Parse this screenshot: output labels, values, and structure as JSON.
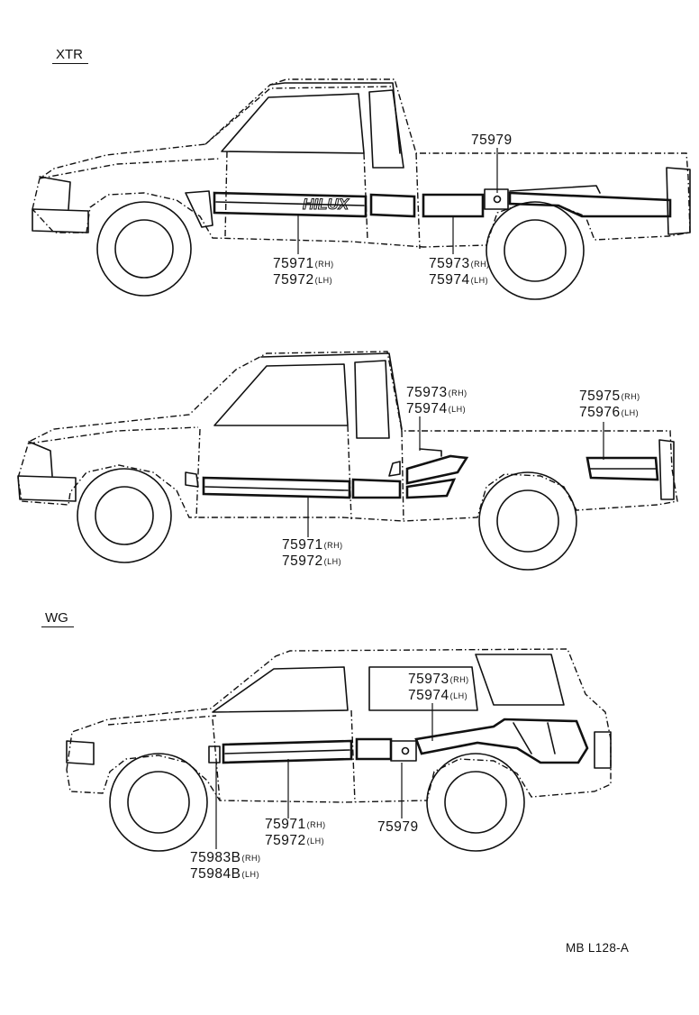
{
  "sections": [
    {
      "id": "xtr",
      "label": "XTR",
      "callouts": [
        {
          "lines": [
            {
              "part": "75979",
              "side": ""
            }
          ]
        },
        {
          "lines": [
            {
              "part": "75971",
              "side": "(RH)"
            },
            {
              "part": "75972",
              "side": "(LH)"
            }
          ]
        },
        {
          "lines": [
            {
              "part": "75973",
              "side": "(RH)"
            },
            {
              "part": "75974",
              "side": "(LH)"
            }
          ]
        }
      ]
    },
    {
      "id": "xtr-alt",
      "label": "",
      "callouts": [
        {
          "lines": [
            {
              "part": "75973",
              "side": "(RH)"
            },
            {
              "part": "75974",
              "side": "(LH)"
            }
          ]
        },
        {
          "lines": [
            {
              "part": "75975",
              "side": "(RH)"
            },
            {
              "part": "75976",
              "side": "(LH)"
            }
          ]
        },
        {
          "lines": [
            {
              "part": "75971",
              "side": "(RH)"
            },
            {
              "part": "75972",
              "side": "(LH)"
            }
          ]
        }
      ]
    },
    {
      "id": "wg",
      "label": "WG",
      "callouts": [
        {
          "lines": [
            {
              "part": "75973",
              "side": "(RH)"
            },
            {
              "part": "75974",
              "side": "(LH)"
            }
          ]
        },
        {
          "lines": [
            {
              "part": "75971",
              "side": "(RH)"
            },
            {
              "part": "75972",
              "side": "(LH)"
            }
          ]
        },
        {
          "lines": [
            {
              "part": "75979",
              "side": ""
            }
          ]
        },
        {
          "lines": [
            {
              "part": "75983B",
              "side": "(RH)"
            },
            {
              "part": "75984B",
              "side": "(LH)"
            }
          ]
        }
      ]
    }
  ],
  "badge_text": "HILUX",
  "drawing_code": "MB L128-A"
}
